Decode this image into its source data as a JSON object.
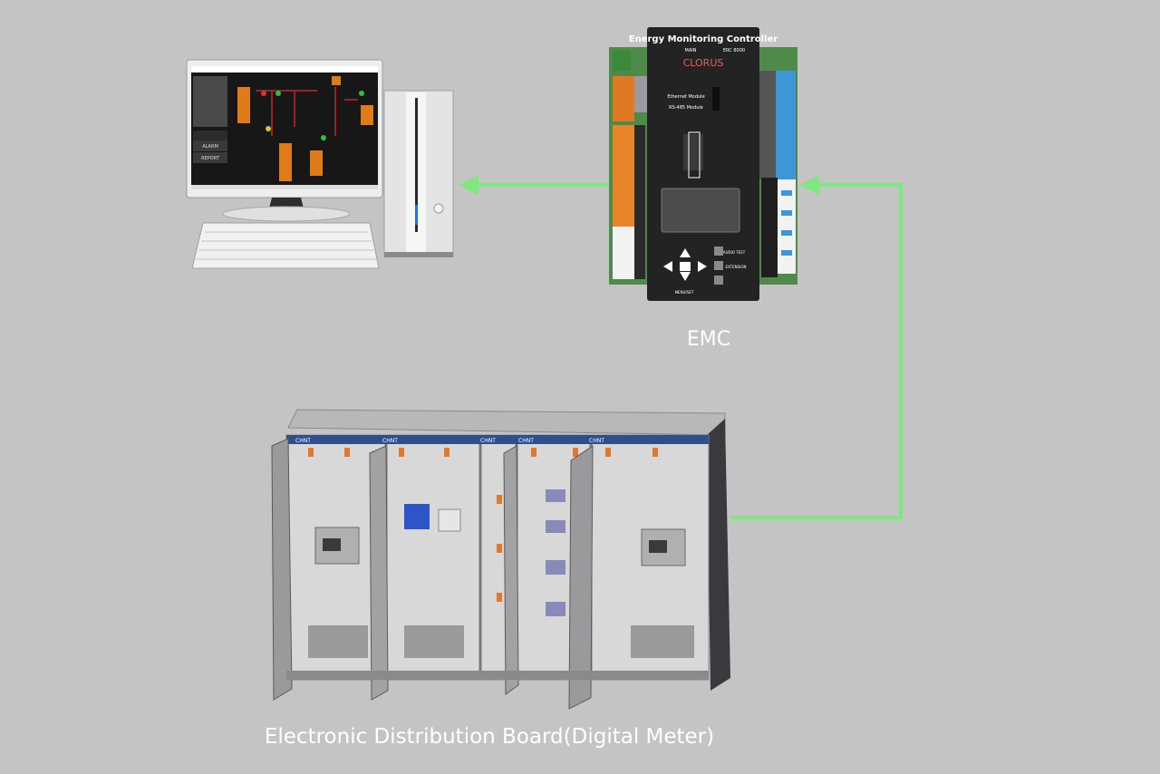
{
  "diagram": {
    "emc_caption": "EMC",
    "board_caption": "Electronic Distribution Board(Digital Meter)",
    "link_color": "#7de87d"
  },
  "emc_device": {
    "title": "Energy Monitoring Controller",
    "main_label": "MAIN",
    "model": "ERC 8000",
    "brand": "CLORUS",
    "module_line1": "Ethernet Module",
    "module_line2": "RS-485 Module",
    "button_audio": "AUDIO TEST",
    "button_extension": "EXTENSION",
    "button_menu": "MENU/SET"
  },
  "monitor_screen": {
    "alarm_label": "ALARM",
    "report_label": "REPORT"
  },
  "cabinet": {
    "brand_label": "CHNT"
  }
}
